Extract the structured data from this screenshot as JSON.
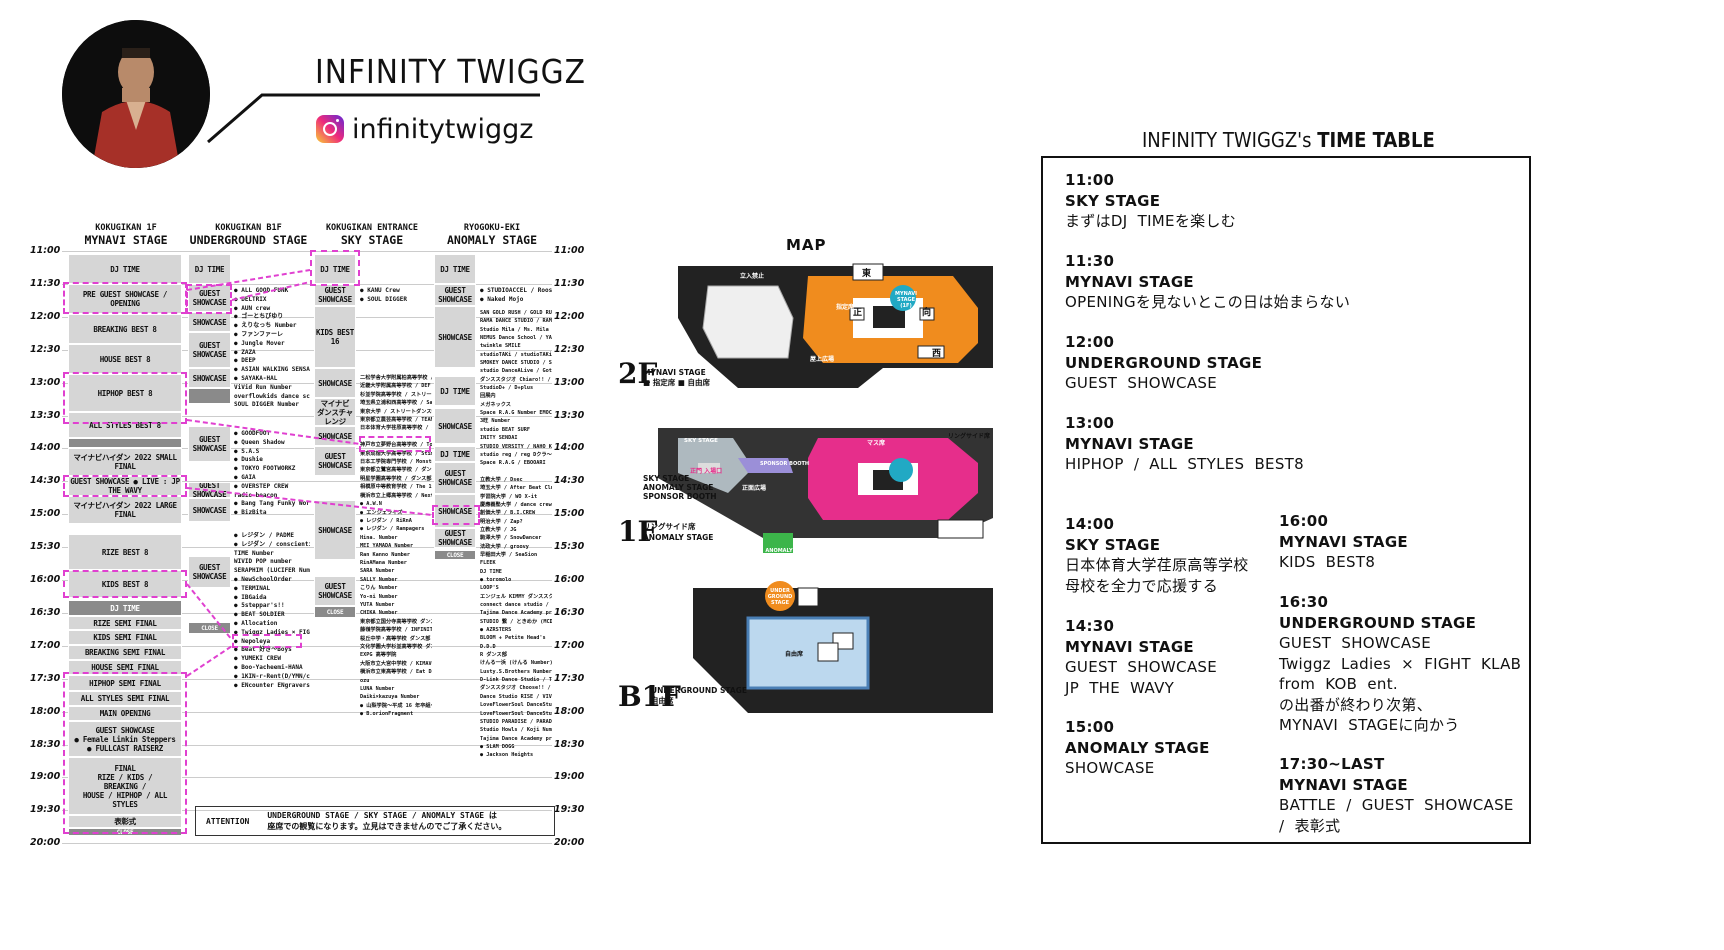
{
  "profile": {
    "name": "INFINITY  TWIGGZ",
    "instagram_handle": "infinitytwiggz",
    "instagram_icon": "instagram-icon",
    "colors": {
      "accent": "#e040d0",
      "ink": "#111111"
    }
  },
  "schedule": {
    "times": [
      "11:00",
      "11:30",
      "12:00",
      "12:30",
      "13:00",
      "13:30",
      "14:00",
      "14:30",
      "15:00",
      "15:30",
      "16:00",
      "16:30",
      "17:00",
      "17:30",
      "18:00",
      "18:30",
      "19:00",
      "19:30",
      "20:00"
    ],
    "columns": [
      {
        "venue": "KOKUGIKAN 1F",
        "stage": "MYNAVI STAGE"
      },
      {
        "venue": "KOKUGIKAN B1F",
        "stage": "UNDERGROUND STAGE"
      },
      {
        "venue": "KOKUGIKAN ENTRANCE",
        "stage": "SKY STAGE"
      },
      {
        "venue": "RYOGOKU-EKI",
        "stage": "ANOMALY STAGE"
      }
    ],
    "mynavi": [
      "DJ TIME",
      "PRE GUEST SHOWCASE / OPENING",
      "BREAKING BEST 8",
      "HOUSE BEST 8",
      "HIPHOP BEST 8",
      "ALL STYLES BEST 8",
      "マイナビハイダン 2022 SMALL FINAL",
      "GUEST SHOWCASE ● LIVE : JP THE WAVY",
      "マイナビハイダン 2022 LARGE FINAL",
      "RIZE BEST 8",
      "KIDS BEST 8",
      "DJ TIME",
      "RIZE SEMI FINAL",
      "KIDS SEMI FINAL",
      "BREAKING SEMI FINAL",
      "HOUSE SEMI FINAL",
      "HIPHOP SEMI FINAL",
      "ALL STYLES SEMI FINAL",
      "MAIN OPENING",
      "GUEST SHOWCASE",
      "● Female Linkin Steppers",
      "● FULLCAST RAISERZ",
      "FINAL",
      "RIZE / KIDS /",
      "BREAKING /",
      "HOUSE / HIPHOP / ALL STYLES",
      "表彰式",
      "CLOSE"
    ],
    "underground": [
      "DJ TIME",
      "GUEST SHOWCASE",
      "SHOWCASE",
      "GUEST SHOWCASE",
      "SHOWCASE",
      "GUEST SHOWCASE",
      "GUEST SHOWCASE",
      "SHOWCASE",
      "GUEST SHOWCASE",
      "CLOSE"
    ],
    "underground_list1": "● ALL GOOD FUNK\n● DELTRIX\n● AUN crew\n● ゴーとちびゆり\n● えりなっち Number\n● ファンファーレ\n● Jungle Mover\n● ZAZA\n● DEEP\n● ASIAN WALKING SENSATION\n● SAYAKA-HAL\nViVid Run Number\noverflowkids dance school\nSOUL DIGGER Number",
    "underground_list2": "● GOODFOOT\n● Queen Shadow\n● S.A.S\n● Dushie\n● TOKYO FOOTWORKZ\n● GAIA\n● OVERSTEP CREW\nradio beacon\n● Bang Tang Funky Works\n● BizBita",
    "underground_list3": "● レジダン / PADME\n● レジダン / conscientia\nTIME Number\nWIVID POP number\nSERAPHIM (LUCIFER Number)\n● NewSchoolOrder\n● TERMINAL\n● IBGaida\n● 5steppar's!!\n● BEAT SOLDIER\n● Allocation\n● Twiggz Ladies × FIGHT KLAB from KOB ent.\n● Nepoleya\n● Beat 好き〜Boys\n● YUMEKI CREW\n● Boo-Yacheemi-HANA\n● 1KIN-r-Rent(D/YMN/cbhi/千葉)\n● ENcounter ENgravers",
    "sky": [
      "DJ TIME",
      "GUEST SHOWCASE",
      "KIDS BEST 16",
      "SHOWCASE",
      "マイナビ ダンスチャレンジ",
      "SHOWCASE",
      "GUEST SHOWCASE",
      "SHOWCASE",
      "GUEST SHOWCASE",
      "CLOSE"
    ],
    "sky_list1": "● KANU Crew\n● SOUL DIGGER",
    "sky_list2": "二松学舎大学附属柏高等学校 / チーム二松\n近畿大学附属高等学校 / DEF CREW\n杉並学院高等学校 / ストリートダンス部\n埼玉県立浦和西高等学校 / Sargeant\n東京大学 / ストリートダンス部 / KEN CLAN\n東京都立農芸高等学校 / TEAM FORCE\n日本体育大学荏原高等学校 / 多文化部\n\n神戸市立夢野台高等学校 / TokiO Crew\n東京成徳大学高等学校 / Stimulate\n日本工学院専門学校 / Monster Piece\n東京都立鷺宮高等学校 / ダンス部\n明星学園高等学校 / ダンス部\n相模原中等教育学校 / The 1978\n横浜市立上郷高等学校 / Next Stage\n● A.W.N\n● エンジェライズ\n● レジダン / RiRnA\n● レジダン / Rampagers\nHina. Number\nMEI YAMADA Number\nRan Kanno Number\nRinAMana Number\nSARA Number\nSALLY Number\nこりん Number\nYo-ni Number\nYUTA Number\nCHIKA Number\n東京都立国分寺高等学校 ダンス部\n藤嶺学院高等学校 / INFINITE\n桜丘中学・高等学校 ダンス部\n文化学園大学杉並高等学校 ダンス部\nEXPG 高等学院\n大阪市立大宮中学校 / KIMAVO\n横浜市立東高等学校 / Eat Dance\nozu\nLUNA Number\nDaiki×kazuya Number\n● 山梨学院〜平成 16 年卒組〜\n● B.orionFragment",
    "anomaly": [
      "DJ TIME",
      "GUEST SHOWCASE",
      "SHOWCASE",
      "DJ TIME",
      "SHOWCASE",
      "DJ TIME",
      "GUEST SHOWCASE",
      "SHOWCASE",
      "GUEST SHOWCASE",
      "CLOSE"
    ],
    "anomaly_list1": "● STUDIOACCEL / Rooster\n● Naked Mojo",
    "anomaly_list2": "SAN GOLD RUSH / GOLD RUSH\nRAMA DANCE STUDIO / RAMA KID Number\nStudio Mila / Ms. Mila\nNEMUS Dance School / YAMAARTS Number\ntwinkle SMILE\nstudioTAKi / studioTAKi ナオ KIDS\nSMOKEY DANCE STUDIO / S.D.Crew\nstudio DanceALive / GotUH\nダンススタジオ Chiaro!! / MUSICALL\nStudioD+ / D+plus\n回展内\nメガネックス\nSpace R.A.G Number EMOCHANCHI\n3旺 Number\nstudio BEAT SURF\nINITY SENDAI\nSTUDIO VERSITY / NAHO KIDS\nstudio reg / reg Dクラ〜チ 目指す〜(DR 高)\nSpace R.A.G / EBOOARI\n\n立教大学 / Dsec\n埼玉大学 / After Beat Club\n学習院大学 / WO X-it\n慶應義塾大学 / dance crew xx\n創価大学 / B.I.CREW\n明治大学 / Zap?\n立教大学 / JG\n駒澤大学 / SnowDancer\n法政大学 / groovy\n早稲田大学 / SeaSion\nFLEEK\nDJ TIME\n● toromolo\nLOOP'S\nエンジェル KIMMY ダンススクール / Eclipse\nconnect dance studio / JoeM's\nTajima Dance Academy pro / DP Gemma\nSTUDIO 繋 / ときめか (MCDHK) Number\n● AZRSTERS\nBLOOM + Petite Head's\nD.D.D\nR ダンス部\nけんる一浜 (けんる Number)\nLusty.S.Brothers Number\nD-Link Dance Studio / TOMAHAWK\nダンススタジオ Choose!! / ROSE\nDance Studio RISE / VIVACIOUS GIRLS\nLoveFlowerSoul DanceStudio /\nLoveFlowerSoul DanceStudio coco number\nSTUDIO PARADISE / PARADISE BALLAROUT\nStudio Howls / Koji Number number\nTajima Dance Academy pro / T.J.A キッズ\n● SLAM DOGG\n● Jackson Heights",
    "attention_label": "ATTENTION",
    "attention_text_1": "UNDERGROUND STAGE / SKY STAGE / ANOMALY STAGE は",
    "attention_text_2": "座席での観覧になります。立見はできませんのでご了承ください。"
  },
  "map": {
    "title": "MAP",
    "floors": [
      {
        "id": "2F",
        "stage": "MYNAVI STAGE",
        "legend": "■ 指定席  ■ 自由席"
      },
      {
        "id": "1F",
        "stage": "リングサイド席",
        "legend": "ANOMALY STAGE"
      },
      {
        "id": "B1F",
        "stage": "UNDERGROUND STAGE",
        "legend": "自由席"
      }
    ],
    "labels": {
      "mynavi_badge": "MYNAVI STAGE (1F)",
      "sky_badge": "SKY STAGE",
      "sponsor": "SPONSOR BOOTH",
      "anomaly_badge": "ANOMALY STAGE",
      "underground_badge": "UNDER GROUND STAGE",
      "f1_note": "SKY STAGE\nANOMALY STAGE\nSPONSOR BOOTH",
      "masu": "マス席",
      "ringside": "リングサイド席",
      "shitei": "指定席",
      "jiyuu": "自由席",
      "east": "東",
      "west": "西",
      "front": "正",
      "rear": "向",
      "no_entry": "立入禁止",
      "roof_plaza": "屋上広場",
      "front_plaza": "正面広場",
      "main_gate": "正門 入場口"
    }
  },
  "timetable": {
    "title_prefix": "INFINITY  TWIGGZ's",
    "title_bold": "TIME TABLE",
    "entries_left": [
      {
        "time": "11:00",
        "stage": "SKY  STAGE",
        "desc": "まずはDJ  TIMEを楽しむ"
      },
      {
        "time": "11:30",
        "stage": "MYNAVI  STAGE",
        "desc": "OPENINGを見ないとこの日は始まらない"
      },
      {
        "time": "12:00",
        "stage": "UNDERGROUND  STAGE",
        "desc": "GUEST  SHOWCASE"
      },
      {
        "time": "13:00",
        "stage": "MYNAVI  STAGE",
        "desc": "HIPHOP  /  ALL  STYLES  BEST8"
      },
      {
        "time": "14:00",
        "stage": "SKY  STAGE",
        "desc": "日本体育大学荏原高等学校\n母校を全力で応援する"
      },
      {
        "time": "14:30",
        "stage": "MYNAVI  STAGE",
        "desc": "GUEST  SHOWCASE\nJP  THE  WAVY"
      },
      {
        "time": "15:00",
        "stage": "ANOMALY  STAGE",
        "desc": "SHOWCASE"
      }
    ],
    "entries_right": [
      {
        "time": "16:00",
        "stage": "MYNAVI  STAGE",
        "desc": "KIDS  BEST8"
      },
      {
        "time": "16:30",
        "stage": "UNDERGROUND  STAGE",
        "desc": "GUEST  SHOWCASE\nTwiggz  Ladies  ×  FIGHT  KLAB\nfrom  KOB  ent.\nの出番が終わり次第、\nMYNAVI  STAGEに向かう"
      },
      {
        "time": "17:30~LAST",
        "stage": "MYNAVI  STAGE",
        "desc": "BATTLE  /  GUEST  SHOWCASE\n/  表彰式"
      }
    ]
  }
}
